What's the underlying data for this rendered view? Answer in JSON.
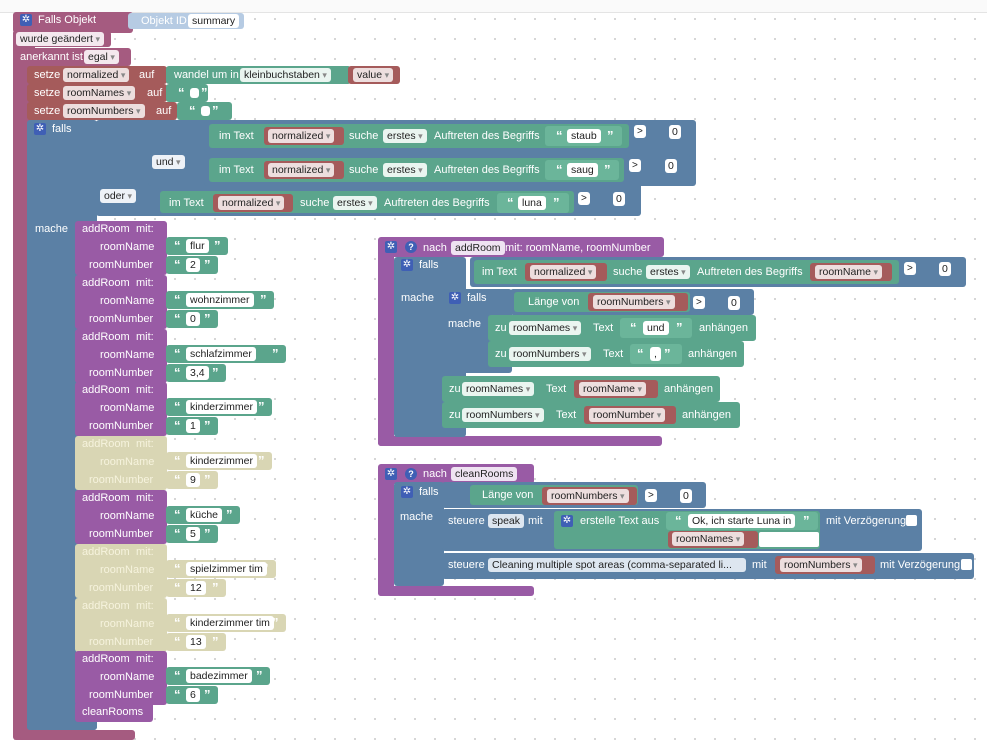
{
  "trigger": {
    "title": "Falls Objekt",
    "objekt_id_label": "Objekt ID",
    "objekt_id_value": "summary",
    "wurde": "wurde geändert",
    "anerkannt_label": "anerkannt ist",
    "anerkannt_value": "egal"
  },
  "set": {
    "setze": "setze",
    "auf": "auf",
    "normalized": "normalized",
    "roomNames": "roomNames",
    "roomNumbers": "roomNumbers",
    "wandel": "wandel um in",
    "kleinbuchstaben": "kleinbuchstaben",
    "value": "value"
  },
  "cond": {
    "falls": "falls",
    "mache": "mache",
    "und": "und",
    "oder": "oder",
    "im_text": "im Text",
    "suche": "suche",
    "erstes": "erstes",
    "auftreten": "Auftreten des Begriffs",
    "gt": ">",
    "zero": "0",
    "staub": "staub",
    "saug": "saug",
    "luna": "luna"
  },
  "add": {
    "addRoom": "addRoom",
    "mit": "mit:",
    "roomName": "roomName",
    "roomNumber": "roomNumber",
    "cleanRooms": "cleanRooms",
    "rooms": [
      {
        "name": "flur",
        "number": "2",
        "disabled": false
      },
      {
        "name": "wohnzimmer",
        "number": "0",
        "disabled": false
      },
      {
        "name": "schlafzimmer",
        "number": "3,4",
        "disabled": false
      },
      {
        "name": "kinderzimmer",
        "number": "1",
        "disabled": false
      },
      {
        "name": "kinderzimmer",
        "number": "9",
        "disabled": true
      },
      {
        "name": "küche",
        "number": "5",
        "disabled": false
      },
      {
        "name": "spielzimmer tim",
        "number": "12",
        "disabled": true
      },
      {
        "name": "kinderzimmer tim",
        "number": "13",
        "disabled": true
      },
      {
        "name": "badezimmer",
        "number": "6",
        "disabled": false
      }
    ]
  },
  "func1": {
    "nach": "nach",
    "name": "addRoom",
    "mit": "mit: roomName, roomNumber",
    "falls": "falls",
    "mache": "mache",
    "im_text": "im Text",
    "normalized": "normalized",
    "suche": "suche",
    "erstes": "erstes",
    "auftreten": "Auftreten des Begriffs",
    "roomName": "roomName",
    "gt": ">",
    "zero": "0",
    "laenge": "Länge von",
    "roomNumbers": "roomNumbers",
    "zu": "zu",
    "roomNames": "roomNames",
    "text": "Text",
    "und": "und",
    "comma": ",",
    "anhaengen": "anhängen",
    "roomNumber": "roomNumber"
  },
  "func2": {
    "nach": "nach",
    "name": "cleanRooms",
    "falls": "falls",
    "mache": "mache",
    "laenge": "Länge von",
    "roomNumbers": "roomNumbers",
    "gt": ">",
    "zero": "0",
    "steuere": "steuere",
    "speak": "speak",
    "mit": "mit",
    "erstelle": "erstelle Text aus",
    "ok_text": "Ok, ich starte Luna in",
    "roomNames": "roomNames",
    "verz": "mit Verzögerung",
    "cleaning": "Cleaning multiple spot areas (comma-separated li...",
    "mit2": "mit"
  },
  "colors": {
    "event": "#a55b80",
    "logic": "#5b80a5",
    "text": "#5ba58c",
    "variable": "#a55b5b",
    "procedure": "#995ba5",
    "disabled": "#d9d6b4"
  }
}
